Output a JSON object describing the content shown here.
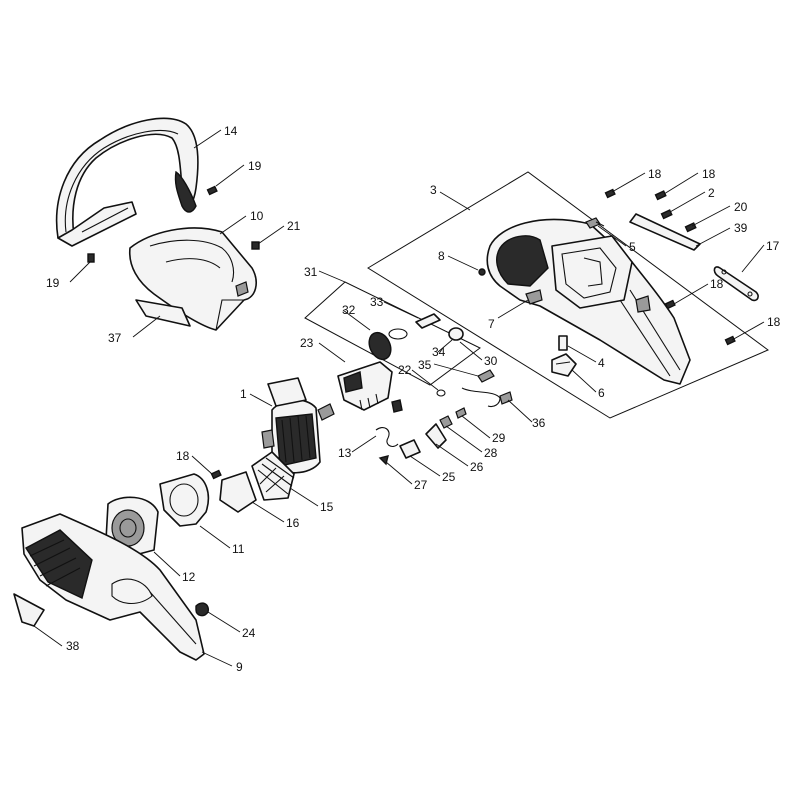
{
  "callouts": [
    {
      "id": "c14",
      "label": "14"
    },
    {
      "id": "c19a",
      "label": "19"
    },
    {
      "id": "c10",
      "label": "10"
    },
    {
      "id": "c21",
      "label": "21"
    },
    {
      "id": "c19b",
      "label": "19"
    },
    {
      "id": "c37",
      "label": "37"
    },
    {
      "id": "c3",
      "label": "3"
    },
    {
      "id": "c18a",
      "label": "18"
    },
    {
      "id": "c18b",
      "label": "18"
    },
    {
      "id": "c2",
      "label": "2"
    },
    {
      "id": "c20",
      "label": "20"
    },
    {
      "id": "c39",
      "label": "39"
    },
    {
      "id": "c5",
      "label": "5"
    },
    {
      "id": "c8",
      "label": "8"
    },
    {
      "id": "c17",
      "label": "17"
    },
    {
      "id": "c18c",
      "label": "18"
    },
    {
      "id": "c7",
      "label": "7"
    },
    {
      "id": "c18d",
      "label": "18"
    },
    {
      "id": "c31",
      "label": "31"
    },
    {
      "id": "c32",
      "label": "32"
    },
    {
      "id": "c33",
      "label": "33"
    },
    {
      "id": "c23",
      "label": "23"
    },
    {
      "id": "c34",
      "label": "34"
    },
    {
      "id": "c30",
      "label": "30"
    },
    {
      "id": "c4",
      "label": "4"
    },
    {
      "id": "c35",
      "label": "35"
    },
    {
      "id": "c22",
      "label": "22"
    },
    {
      "id": "c6",
      "label": "6"
    },
    {
      "id": "c1",
      "label": "1"
    },
    {
      "id": "c36",
      "label": "36"
    },
    {
      "id": "c29",
      "label": "29"
    },
    {
      "id": "c28",
      "label": "28"
    },
    {
      "id": "c13",
      "label": "13"
    },
    {
      "id": "c26",
      "label": "26"
    },
    {
      "id": "c25",
      "label": "25"
    },
    {
      "id": "c27",
      "label": "27"
    },
    {
      "id": "c18e",
      "label": "18"
    },
    {
      "id": "c15",
      "label": "15"
    },
    {
      "id": "c16",
      "label": "16"
    },
    {
      "id": "c11",
      "label": "11"
    },
    {
      "id": "c12",
      "label": "12"
    },
    {
      "id": "c24",
      "label": "24"
    },
    {
      "id": "c38",
      "label": "38"
    },
    {
      "id": "c9",
      "label": "9"
    }
  ]
}
